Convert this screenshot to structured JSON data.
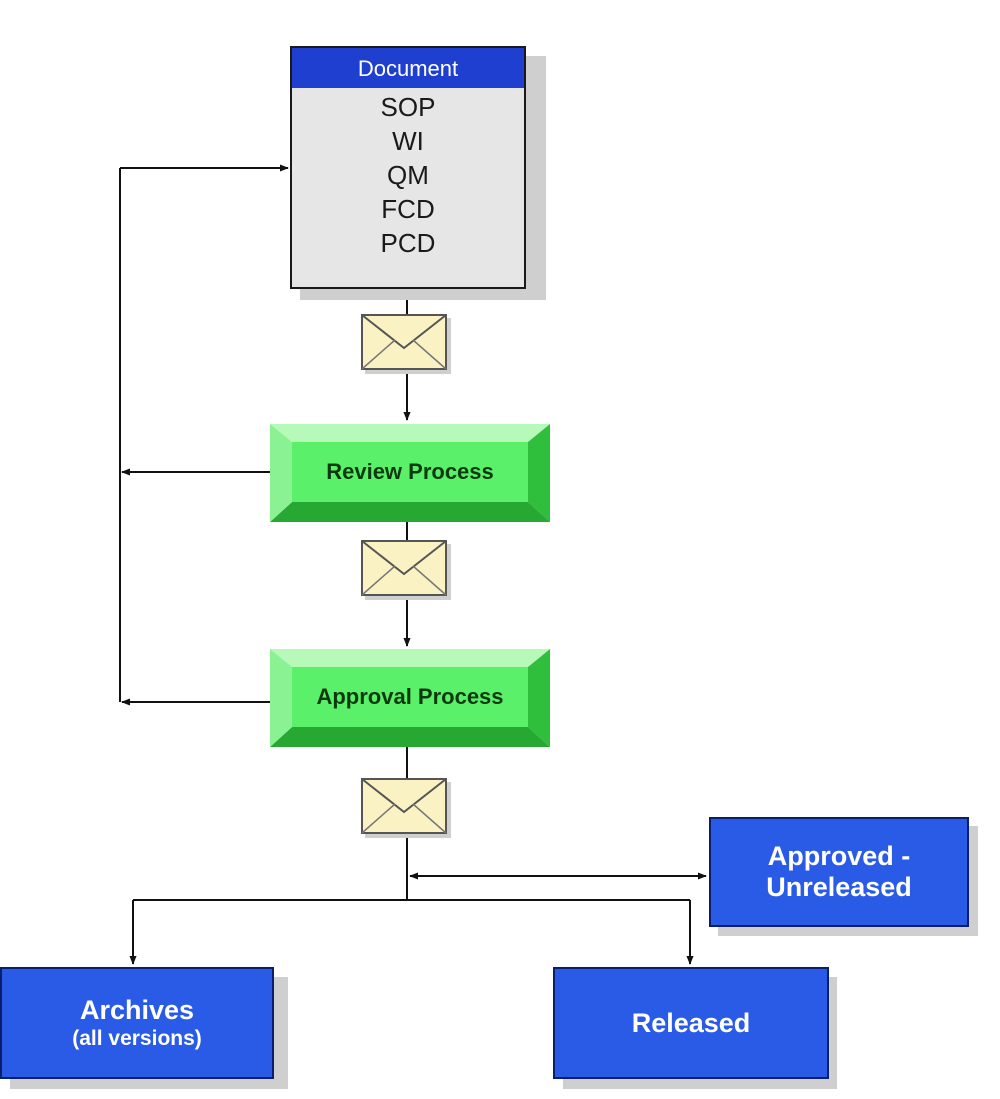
{
  "document": {
    "title": "Document",
    "items": [
      "SOP",
      "WI",
      "QM",
      "FCD",
      "PCD"
    ]
  },
  "processes": {
    "review": "Review Process",
    "approval": "Approval Process"
  },
  "states": {
    "approved_unreleased": {
      "line1": "Approved -",
      "line2": "Unreleased"
    },
    "archives": {
      "main": "Archives",
      "sub": "(all versions)"
    },
    "released": "Released"
  },
  "colors": {
    "document_header": "#1f3fd0",
    "document_body": "#e6e6e6",
    "highlight": "#fdf74a",
    "process_green": "#5af06a",
    "state_blue": "#2a5be6",
    "envelope_fill": "#fbf2c4"
  }
}
